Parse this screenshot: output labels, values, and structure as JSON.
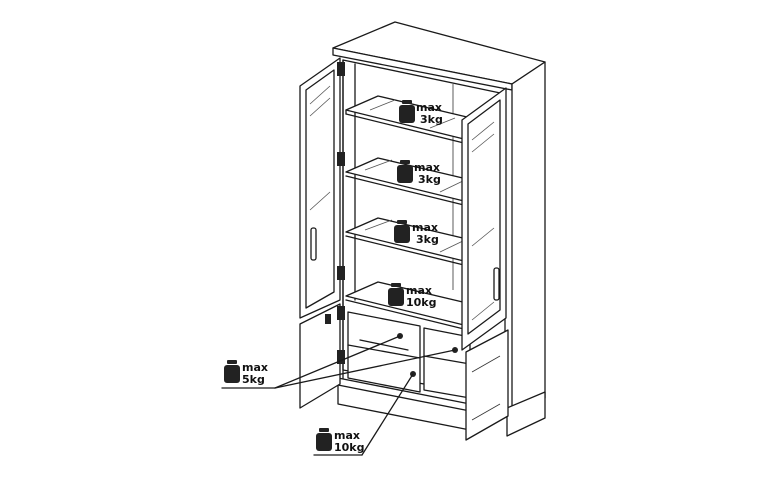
{
  "diagram": {
    "weight_labels": {
      "shelf_top": {
        "max": "max",
        "weight": "3kg"
      },
      "shelf_middle": {
        "max": "max",
        "weight": "3kg"
      },
      "shelf_lower": {
        "max": "max",
        "weight": "3kg"
      },
      "base_shelf": {
        "max": "max",
        "weight": "10kg"
      },
      "small_shelves": {
        "max": "max",
        "weight": "5kg"
      },
      "bottom_drawer": {
        "max": "max",
        "weight": "10kg"
      }
    },
    "icons": {
      "weight": "weight-icon",
      "hinge": "hinge-icon",
      "handle": "door-handle-icon"
    }
  }
}
